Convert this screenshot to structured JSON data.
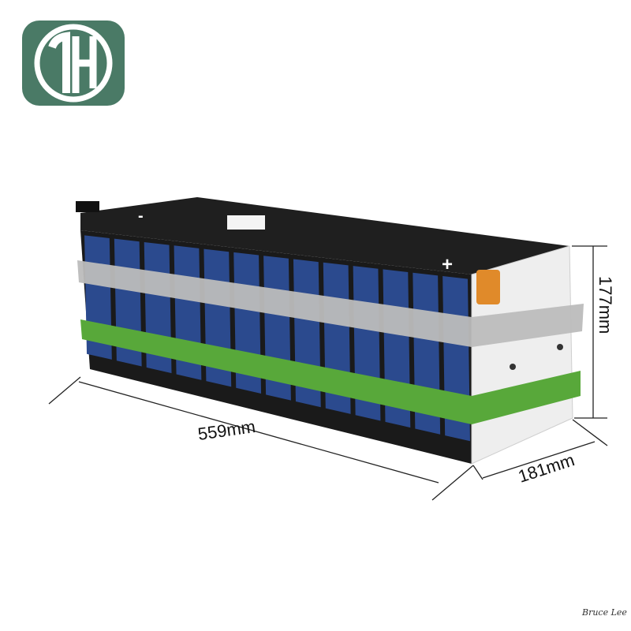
{
  "logo": {
    "text": "TH",
    "bg_color": "#4a7a66"
  },
  "product": {
    "name": "battery-pack",
    "positive_mark": "+",
    "negative_mark": "-"
  },
  "dimensions": {
    "length_label": "559mm",
    "height_label": "177mm",
    "width_label": "181mm"
  },
  "signature": "Bruce Lee",
  "colors": {
    "cell_blue": "#2b4a8e",
    "top_black": "#1e1e1e",
    "band_gray": "#bdbdbd",
    "band_green": "#5aaa3c",
    "end_plate": "#f0f0f0",
    "terminal_orange": "#e08a2a"
  }
}
